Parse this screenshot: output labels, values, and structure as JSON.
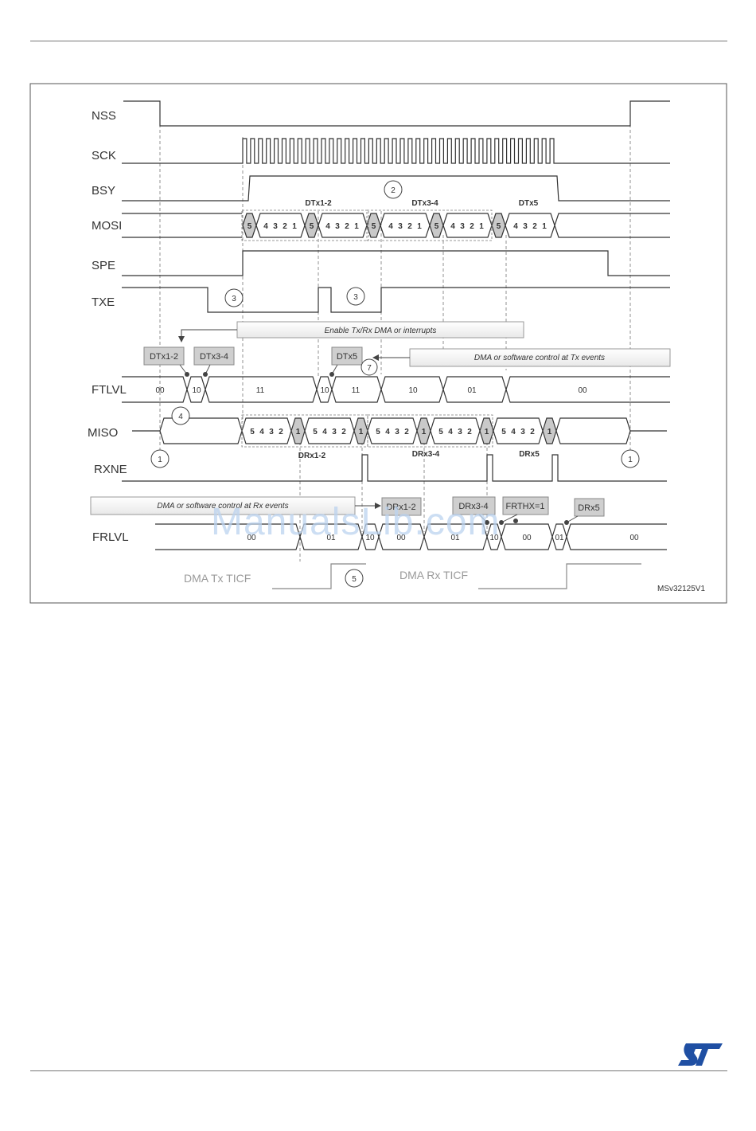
{
  "signals": {
    "nss": "NSS",
    "sck": "SCK",
    "bsy": "BSY",
    "mosi": "MOSI",
    "spe": "SPE",
    "txe": "TXE",
    "ftlvl": "FTLVL",
    "miso": "MISO",
    "rxne": "RXNE",
    "frlvl": "FRLVL"
  },
  "mosi_groups": {
    "g1": "DTx1-2",
    "g2": "DTx3-4",
    "g3": "DTx5"
  },
  "miso_groups": {
    "g1": "DRx1-2",
    "g2": "DRx3-4",
    "g3": "DRx5"
  },
  "tx_bits": [
    "4",
    "3",
    "2",
    "1"
  ],
  "rx_bits": [
    "5",
    "4",
    "3",
    "2"
  ],
  "tx_marker": "5",
  "rx_marker": "1",
  "ftlvl_values": {
    "a": "00",
    "b": "10",
    "c": "11",
    "d": "10",
    "e": "11",
    "f": "10",
    "g": "01",
    "h": "00"
  },
  "frlvl_values": {
    "a": "00",
    "b": "01",
    "c": "10",
    "d": "00",
    "e": "01",
    "f": "10",
    "g": "00",
    "h": "01",
    "i": "00"
  },
  "callouts": {
    "enable": "Enable Tx/Rx DMA or interrupts",
    "tx_events": "DMA or software control at Tx events",
    "rx_events": "DMA or software control at Rx events"
  },
  "tx_boxes": {
    "b1": "DTx1-2",
    "b2": "DTx3-4",
    "b3": "DTx5"
  },
  "rx_boxes": {
    "b1": "DRx1-2",
    "b2": "DRx3-4",
    "b3": "FRTHX=1",
    "b4": "DRx5"
  },
  "circles": {
    "c1": "1",
    "c2": "2",
    "c3": "3",
    "c4": "4",
    "c5": "5",
    "c7": "7"
  },
  "dma_tx": "DMA Tx TICF",
  "dma_rx": "DMA Rx TICF",
  "figure_id": "MSv32125V1",
  "watermark": "ManualsLib.com",
  "colors": {
    "logo": "#1f4fa3",
    "box": "#cfcfcf",
    "hex": "#c9c9c9",
    "line": "#333333"
  }
}
